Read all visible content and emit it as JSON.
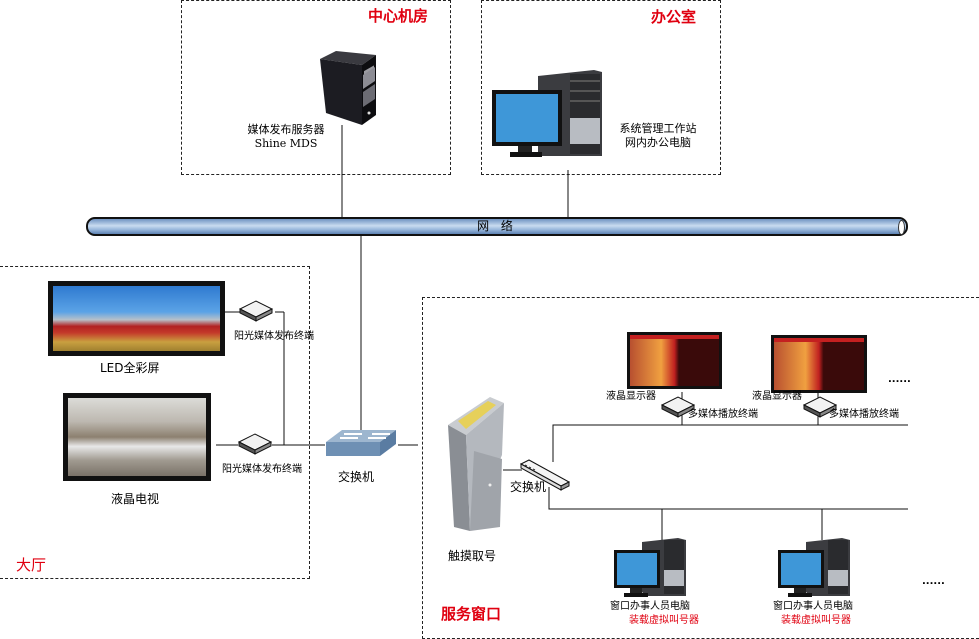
{
  "zones": {
    "datacenter": {
      "title": "中心机房"
    },
    "office": {
      "title": "办公室"
    },
    "hall": {
      "title": "大厅"
    },
    "service": {
      "title": "服务窗口"
    }
  },
  "network_bus": {
    "label": "网 络"
  },
  "datacenter": {
    "server": {
      "label_line1": "媒体发布服务器",
      "label_line2": "Shine MDS"
    }
  },
  "office": {
    "workstation": {
      "label_line1": "系统管理工作站",
      "label_line2": "网内办公电脑"
    }
  },
  "hall": {
    "led_screen": {
      "label": "LED全彩屏"
    },
    "lcd_tv": {
      "label": "液晶电视"
    },
    "terminal_1": {
      "label": "阳光媒体发布终端"
    },
    "terminal_2": {
      "label": "阳光媒体发布终端"
    },
    "switch": {
      "label": "交换机"
    }
  },
  "service": {
    "kiosk": {
      "label": "触摸取号"
    },
    "switch": {
      "label": "交换机"
    },
    "displays": [
      {
        "label": "液晶显示器",
        "player_label": "多媒体播放终端"
      },
      {
        "label": "液晶显示器",
        "player_label": "多媒体播放终端"
      }
    ],
    "display_more": "......",
    "pcs": [
      {
        "label": "窗口办事人员电脑",
        "sub_label": "装载虚拟叫号器"
      },
      {
        "label": "窗口办事人员电脑",
        "sub_label": "装载虚拟叫号器"
      }
    ],
    "pc_more": "......"
  },
  "colors": {
    "accent_red": "#e00010",
    "bus_blue": "#8fb0d8"
  }
}
